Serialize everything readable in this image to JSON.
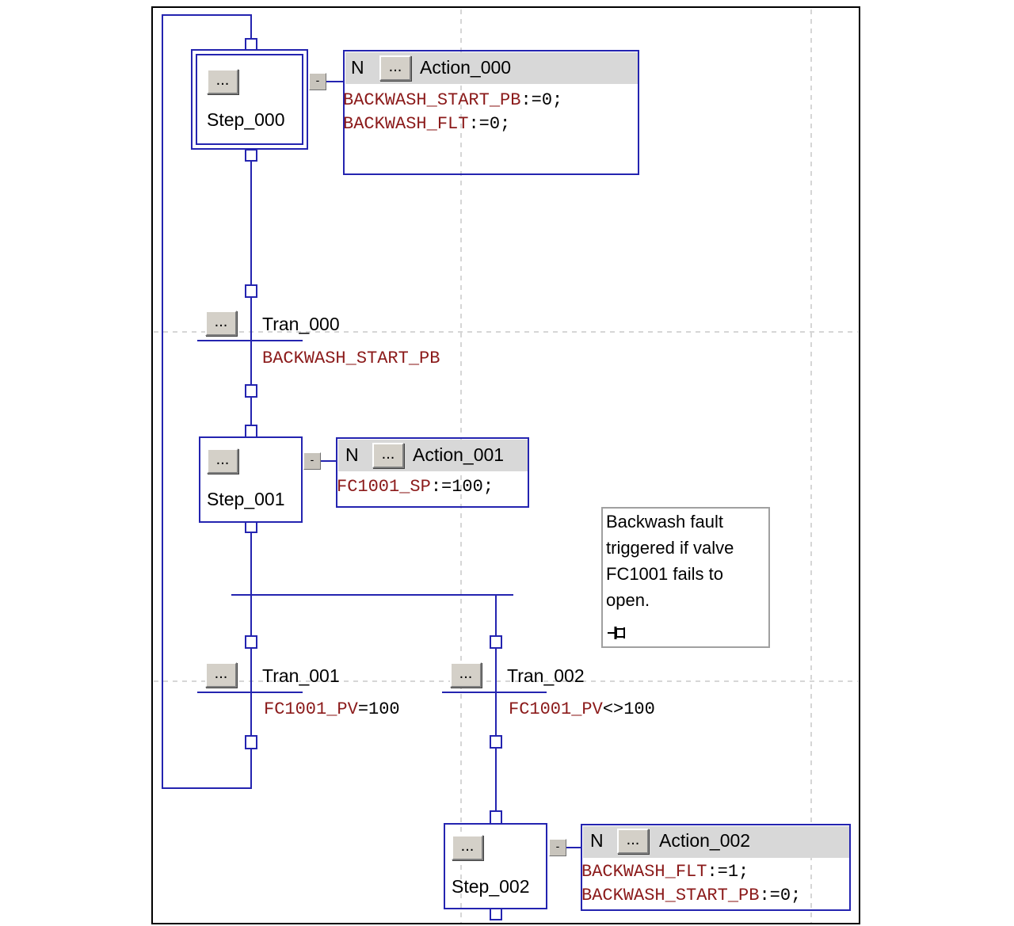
{
  "colors": {
    "wire": "#2424b0",
    "grid": "#c8c8c8",
    "tag": "#8b1a1a",
    "action_header": "#d8d8d8",
    "button": "#d4d0c8"
  },
  "button_label": "...",
  "collapse_label": "-",
  "steps": [
    {
      "name": "Step_000"
    },
    {
      "name": "Step_001"
    },
    {
      "name": "Step_002"
    }
  ],
  "actions": [
    {
      "qualifier": "N",
      "name": "Action_000",
      "lines": [
        {
          "tag": "BACKWASH_START_PB",
          "rest": ":=0;"
        },
        {
          "tag": "BACKWASH_FLT",
          "rest": ":=0;"
        }
      ]
    },
    {
      "qualifier": "N",
      "name": "Action_001",
      "lines": [
        {
          "tag": "FC1001_SP",
          "rest": ":=100;"
        }
      ]
    },
    {
      "qualifier": "N",
      "name": "Action_002",
      "lines": [
        {
          "tag": "BACKWASH_FLT",
          "rest": ":=1;"
        },
        {
          "tag": "BACKWASH_START_PB",
          "rest": ":=0;"
        }
      ]
    }
  ],
  "transitions": [
    {
      "name": "Tran_000",
      "tag": "BACKWASH_START_PB",
      "rest": ""
    },
    {
      "name": "Tran_001",
      "tag": "FC1001_PV",
      "rest": "=100"
    },
    {
      "name": "Tran_002",
      "tag": "FC1001_PV",
      "rest": "<>100"
    }
  ],
  "note": {
    "text_lines": [
      "Backwash fault",
      "triggered if valve",
      "FC1001 fails to",
      "open."
    ],
    "pin_icon": "pushpin-icon"
  }
}
